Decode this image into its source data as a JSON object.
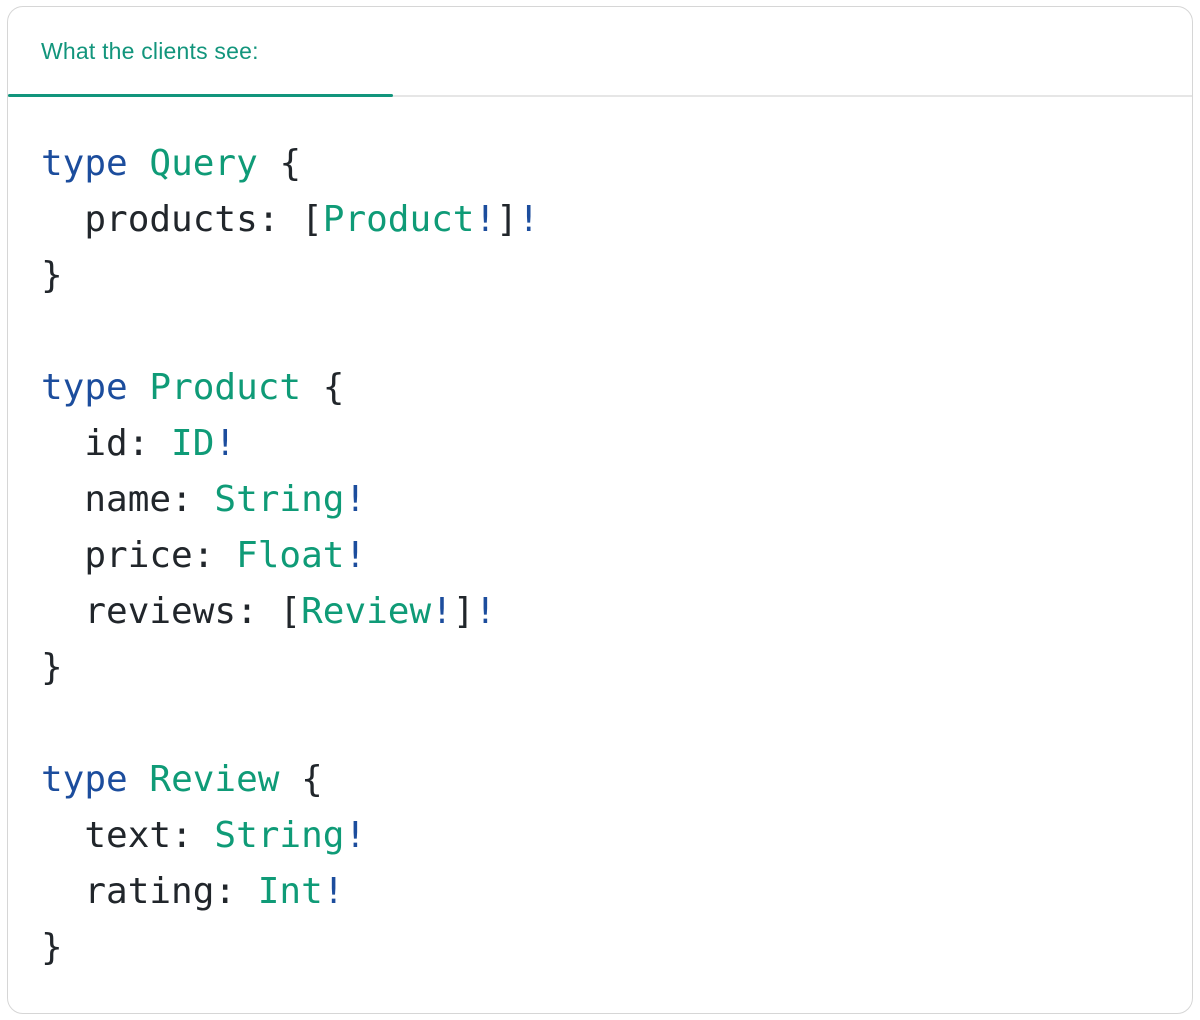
{
  "header": {
    "title": "What the clients see:"
  },
  "colors": {
    "accent": "#12957c",
    "keyword": "#1c4d9d",
    "type": "#0f9b77",
    "plain": "#21262b",
    "border": "#d6d6d6",
    "divider": "#e6e6e6"
  },
  "code": {
    "language": "graphql",
    "text": "type Query {\n  products: [Product!]!\n}\n\ntype Product {\n  id: ID!\n  name: String!\n  price: Float!\n  reviews: [Review!]!\n}\n\ntype Review {\n  text: String!\n  rating: Int!\n}",
    "lines": [
      [
        {
          "t": "type",
          "c": "kw"
        },
        {
          "t": " ",
          "c": "p"
        },
        {
          "t": "Query",
          "c": "ty"
        },
        {
          "t": " {",
          "c": "p"
        }
      ],
      [
        {
          "t": "  products: [",
          "c": "p"
        },
        {
          "t": "Product",
          "c": "ty"
        },
        {
          "t": "!",
          "c": "kw"
        },
        {
          "t": "]",
          "c": "p"
        },
        {
          "t": "!",
          "c": "kw"
        }
      ],
      [
        {
          "t": "}",
          "c": "p"
        }
      ],
      [],
      [
        {
          "t": "type",
          "c": "kw"
        },
        {
          "t": " ",
          "c": "p"
        },
        {
          "t": "Product",
          "c": "ty"
        },
        {
          "t": " {",
          "c": "p"
        }
      ],
      [
        {
          "t": "  id: ",
          "c": "p"
        },
        {
          "t": "ID",
          "c": "ty"
        },
        {
          "t": "!",
          "c": "kw"
        }
      ],
      [
        {
          "t": "  name: ",
          "c": "p"
        },
        {
          "t": "String",
          "c": "ty"
        },
        {
          "t": "!",
          "c": "kw"
        }
      ],
      [
        {
          "t": "  price: ",
          "c": "p"
        },
        {
          "t": "Float",
          "c": "ty"
        },
        {
          "t": "!",
          "c": "kw"
        }
      ],
      [
        {
          "t": "  reviews: [",
          "c": "p"
        },
        {
          "t": "Review",
          "c": "ty"
        },
        {
          "t": "!",
          "c": "kw"
        },
        {
          "t": "]",
          "c": "p"
        },
        {
          "t": "!",
          "c": "kw"
        }
      ],
      [
        {
          "t": "}",
          "c": "p"
        }
      ],
      [],
      [
        {
          "t": "type",
          "c": "kw"
        },
        {
          "t": " ",
          "c": "p"
        },
        {
          "t": "Review",
          "c": "ty"
        },
        {
          "t": " {",
          "c": "p"
        }
      ],
      [
        {
          "t": "  text: ",
          "c": "p"
        },
        {
          "t": "String",
          "c": "ty"
        },
        {
          "t": "!",
          "c": "kw"
        }
      ],
      [
        {
          "t": "  rating: ",
          "c": "p"
        },
        {
          "t": "Int",
          "c": "ty"
        },
        {
          "t": "!",
          "c": "kw"
        }
      ],
      [
        {
          "t": "}",
          "c": "p"
        }
      ]
    ]
  }
}
